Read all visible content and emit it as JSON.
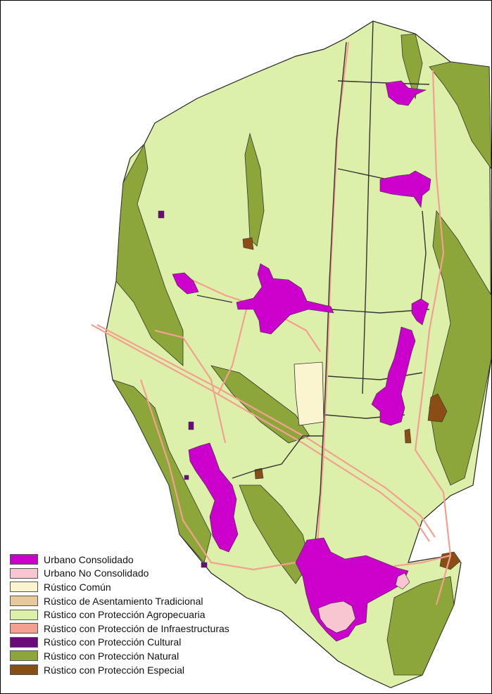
{
  "colors": {
    "urbano_consolidado": "#cc00cc",
    "urbano_no_consolidado": "#f7c6d0",
    "rustico_comun": "#fbf5cf",
    "asentamiento_tradicional": "#e8c99c",
    "agropecuaria": "#ddf0aa",
    "infraestructuras": "#f4a090",
    "cultural": "#6b0a7a",
    "natural": "#8da63a",
    "especial": "#8a4e14",
    "roads": "#333333"
  },
  "legend": {
    "items": [
      {
        "label": "Urbano Consolidado",
        "color": "#cc00cc"
      },
      {
        "label": "Urbano No Consolidado",
        "color": "#f7c6d0"
      },
      {
        "label": "Rústico Común",
        "color": "#fbf5cf"
      },
      {
        "label": "Rústico de Asentamiento Tradicional",
        "color": "#e8c99c"
      },
      {
        "label": "Rústico con Protección Agropecuaria",
        "color": "#ddf0aa"
      },
      {
        "label": "Rústico con Protección de Infraestructuras",
        "color": "#f4a090"
      },
      {
        "label": "Rústico con Protección Cultural",
        "color": "#6b0a7a"
      },
      {
        "label": "Rústico con Protección Natural",
        "color": "#8da63a"
      },
      {
        "label": "Rústico con Protección Especial",
        "color": "#8a4e14"
      }
    ]
  }
}
